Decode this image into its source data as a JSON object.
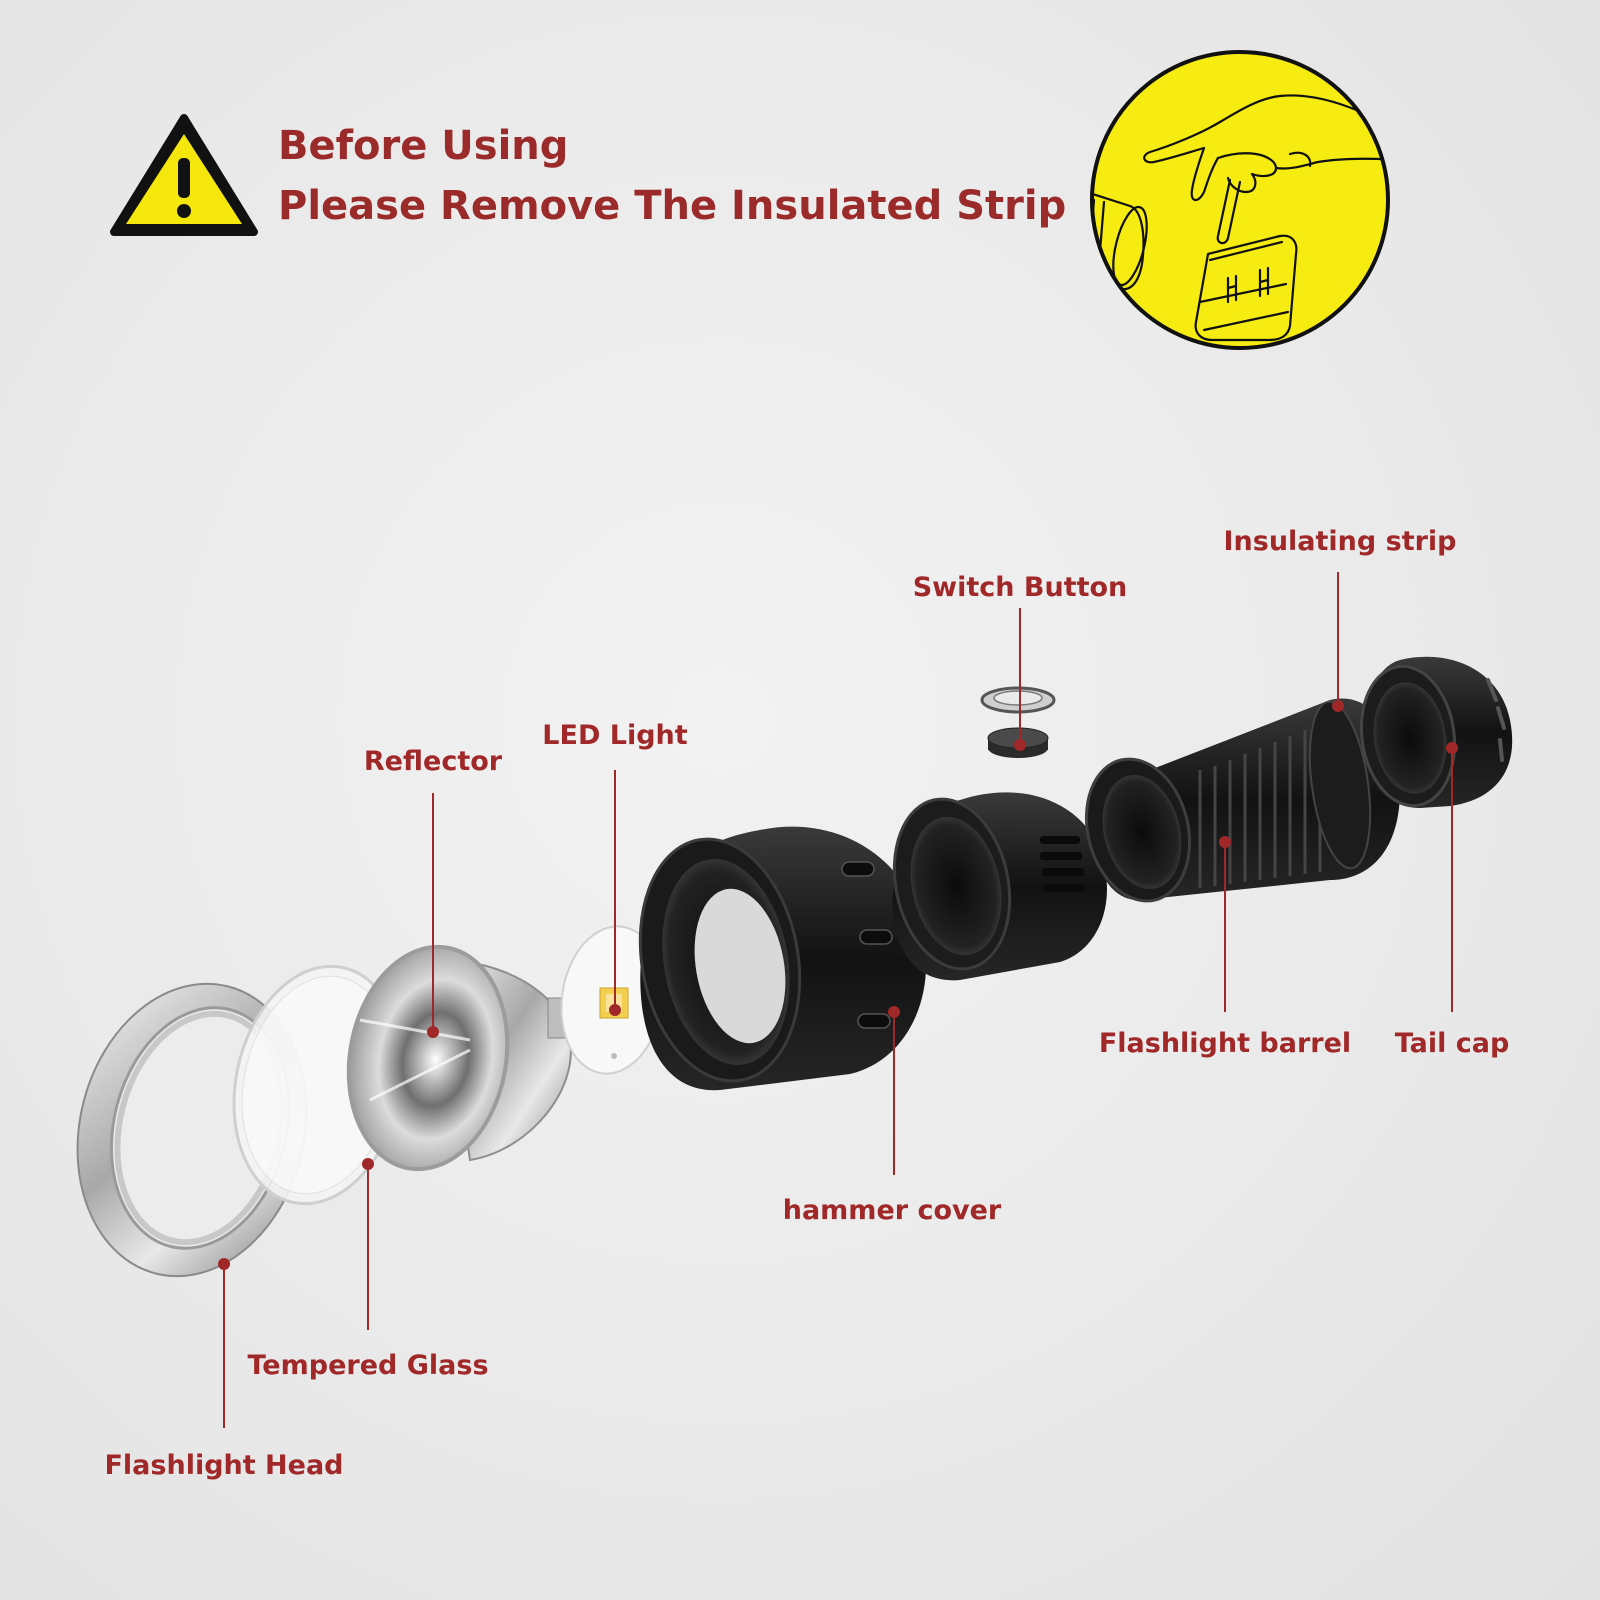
{
  "warning": {
    "line1": "Before Using",
    "line2": "Please Remove The Insulated Strip",
    "icon": "warning-triangle-icon",
    "sign_color": "#f5e60c"
  },
  "inset": {
    "icon": "hand-removing-strip-illustration",
    "color": "#f7ec12"
  },
  "labels": {
    "insulating_strip": "Insulating strip",
    "switch_button": "Switch Button",
    "led_light": "LED Light",
    "reflector": "Reflector",
    "flashlight_barrel": "Flashlight barrel",
    "tail_cap": "Tail cap",
    "hammer_cover": "hammer cover",
    "tempered_glass": "Tempered  Glass",
    "flashlight_head": "Flashlight Head"
  },
  "colors": {
    "label_text": "#a02828",
    "leader_line": "#a02828"
  }
}
